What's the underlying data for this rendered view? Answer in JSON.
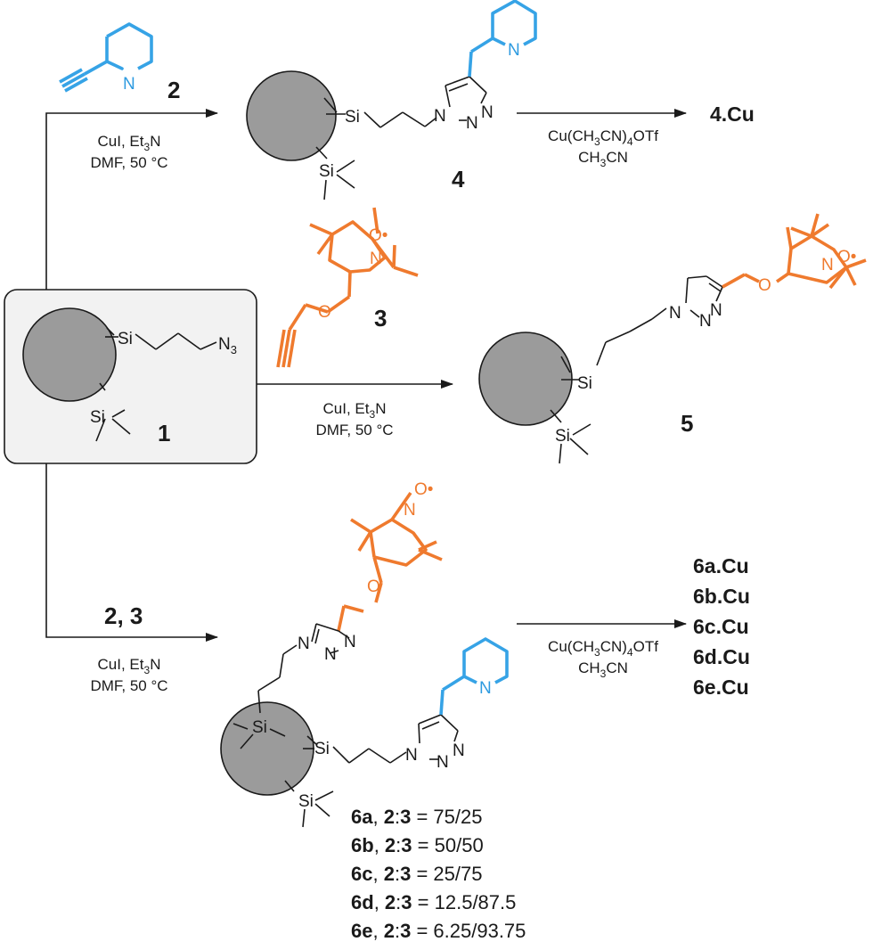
{
  "compounds": {
    "c1": "1",
    "c2": "2",
    "c3": "3",
    "c4": "4",
    "c5": "5",
    "c23": "2, 3"
  },
  "conditions": {
    "cat1": "CuI, Et3N",
    "solv1": "DMF, 50 °C",
    "cu_reagent": "Cu(CH3CN)4OTf",
    "cu_solvent": "CH3CN"
  },
  "products": {
    "p4": "4.Cu",
    "p6": [
      "6a.Cu",
      "6b.Cu",
      "6c.Cu",
      "6d.Cu",
      "6e.Cu"
    ]
  },
  "ratios": [
    {
      "id": "6a",
      "value": "75/25"
    },
    {
      "id": "6b",
      "value": "50/50"
    },
    {
      "id": "6c",
      "value": "25/75"
    },
    {
      "id": "6d",
      "value": "12.5/87.5"
    },
    {
      "id": "6e",
      "value": "6.25/93.75"
    }
  ],
  "atoms": {
    "si": "Si",
    "n": "N",
    "o": "O",
    "n3": "N3",
    "dot": "•"
  },
  "colors": {
    "pyridine": "#36a3e6",
    "tempo": "#ef7a2e",
    "bead": "#9b9b9b",
    "box": "#f2f2f2"
  }
}
